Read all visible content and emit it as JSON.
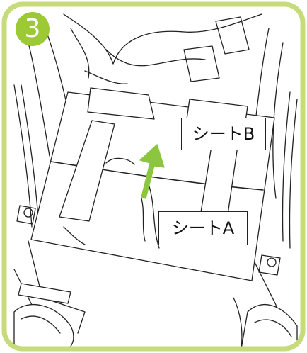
{
  "step": {
    "number": "3"
  },
  "labels": {
    "sheet_b": "シートB",
    "sheet_a": "シートA"
  },
  "colors": {
    "frame": "#c6dc7a",
    "badge": "#9cc934",
    "arrow": "#8cc63f"
  }
}
